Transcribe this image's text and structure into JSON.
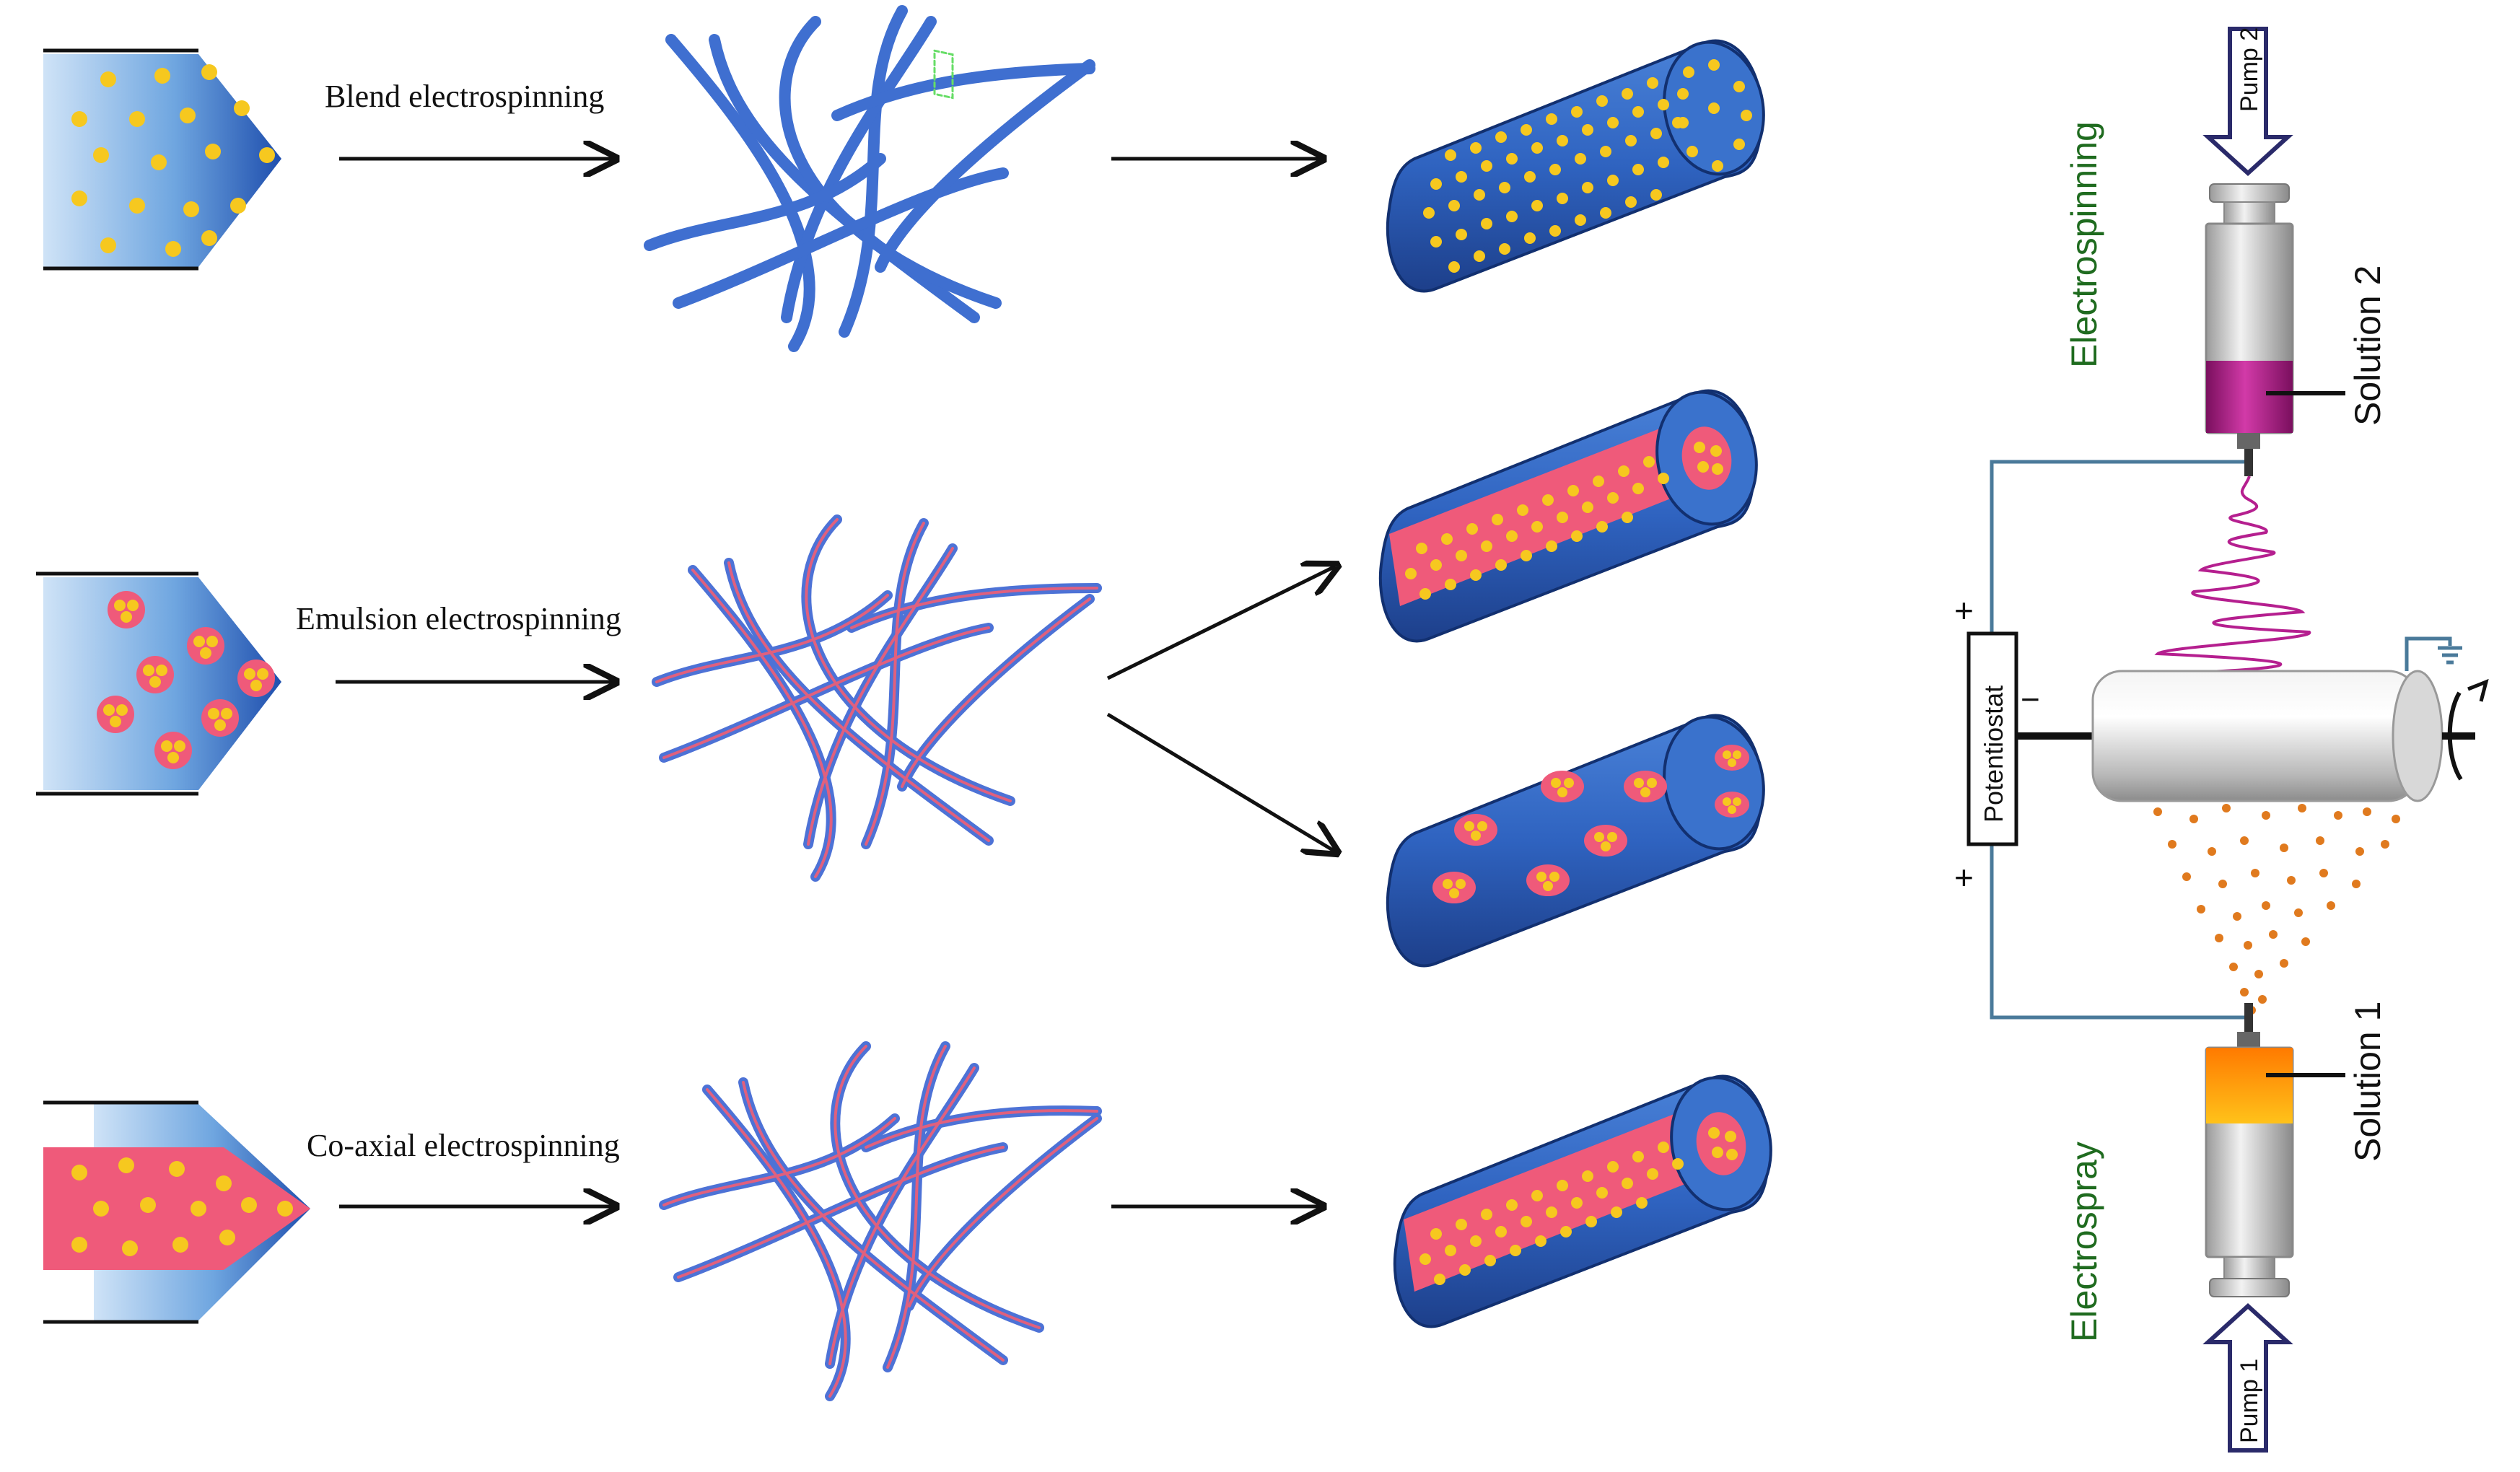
{
  "methods": [
    {
      "id": "blend",
      "label": "Blend electrospinning"
    },
    {
      "id": "emulsion",
      "label": "Emulsion electrospinning"
    },
    {
      "id": "coaxial",
      "label": "Co-axial electrospinning"
    }
  ],
  "setup": {
    "top_process": "Electrospinning",
    "bottom_process": "Electrospray",
    "pump_top": "Pump 2",
    "pump_bottom": "Pump 1",
    "solution_top": "Solution 2",
    "solution_bottom": "Solution 1",
    "power_supply": "Potentiostat",
    "plus_sign": "+",
    "minus_sign": "−"
  },
  "colors": {
    "polymer_blue": "#2f63c0",
    "drug_yellow": "#f6c81f",
    "core_pink": "#ef5a7a",
    "solution2_magenta": "#b51f8f",
    "solution1_orange": "#f08a10",
    "spray_droplets": "#e07a1e",
    "wire": "#4a7a9a",
    "label_green": "#1f6b1f"
  }
}
